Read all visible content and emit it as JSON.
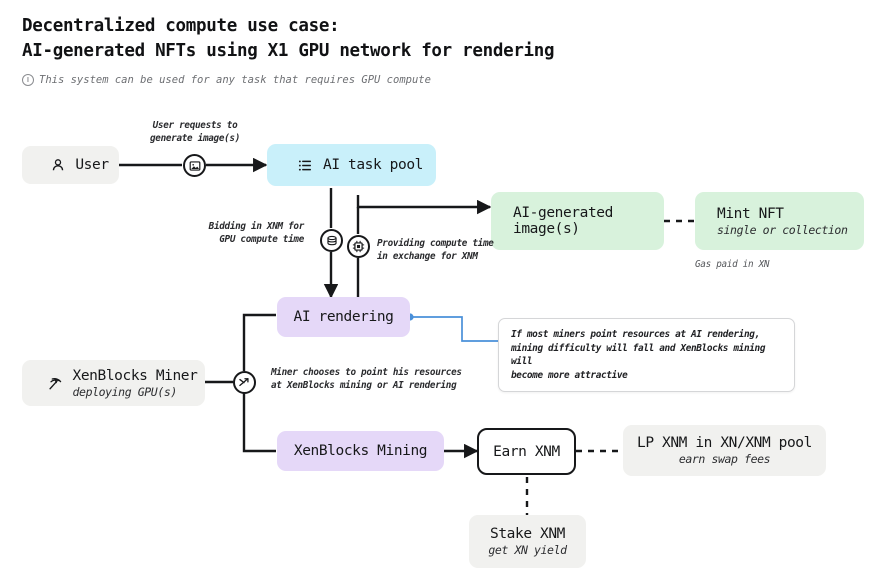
{
  "header": {
    "title_line1": "Decentralized compute use case:",
    "title_line2": "AI-generated NFTs using X1 GPU network for rendering",
    "note_icon": "info-circle-icon",
    "note": "This system can be used for any task that requires GPU compute"
  },
  "colors": {
    "grey": "#f1f1ef",
    "cyan": "#c9f0fa",
    "green": "#d8f2dc",
    "purple": "#e5d8f8",
    "stroke": "#17181a",
    "blue_link": "#4a90d9",
    "muted_text": "#6d6f73"
  },
  "nodes": {
    "user": {
      "label": "User",
      "icon": "person-icon"
    },
    "ai_task_pool": {
      "label": "AI task pool",
      "icon": "list-icon"
    },
    "ai_generated_image": {
      "label_line1": "AI-generated",
      "label_line2": "image(s)"
    },
    "mint_nft": {
      "label": "Mint NFT",
      "sublabel": "single or collection"
    },
    "ai_rendering": {
      "label": "AI rendering"
    },
    "xenblocks_miner": {
      "label": "XenBlocks Miner",
      "sublabel": "deploying GPU(s)",
      "icon": "pickaxe-icon"
    },
    "xenblocks_mining": {
      "label": "XenBlocks Mining"
    },
    "earn_xnm": {
      "label": "Earn XNM"
    },
    "lp_pool": {
      "label": "LP XNM in XN/XNM pool",
      "sublabel": "earn swap fees"
    },
    "stake_xnm": {
      "label": "Stake XNM",
      "sublabel": "get XN yield"
    }
  },
  "edge_labels": {
    "user_to_pool": "User requests to\ngenerate image(s)",
    "bidding": "Bidding in XNM for\nGPU compute time",
    "providing": "Providing compute time\nin exchange for XNM",
    "miner_choice": "Miner chooses to point his resources\nat XenBlocks mining or AI rendering",
    "gas_paid": "Gas paid in XN"
  },
  "waypoints": {
    "image_request": "image-frame-icon",
    "bidding_coins": "coins-stack-icon",
    "compute_chip": "cpu-chip-icon",
    "miner_split": "branch-arrow-icon"
  },
  "callout": {
    "text": "If most miners point resources at AI rendering,\nmining difficulty will fall and XenBlocks mining will\nbecome more attractive"
  }
}
